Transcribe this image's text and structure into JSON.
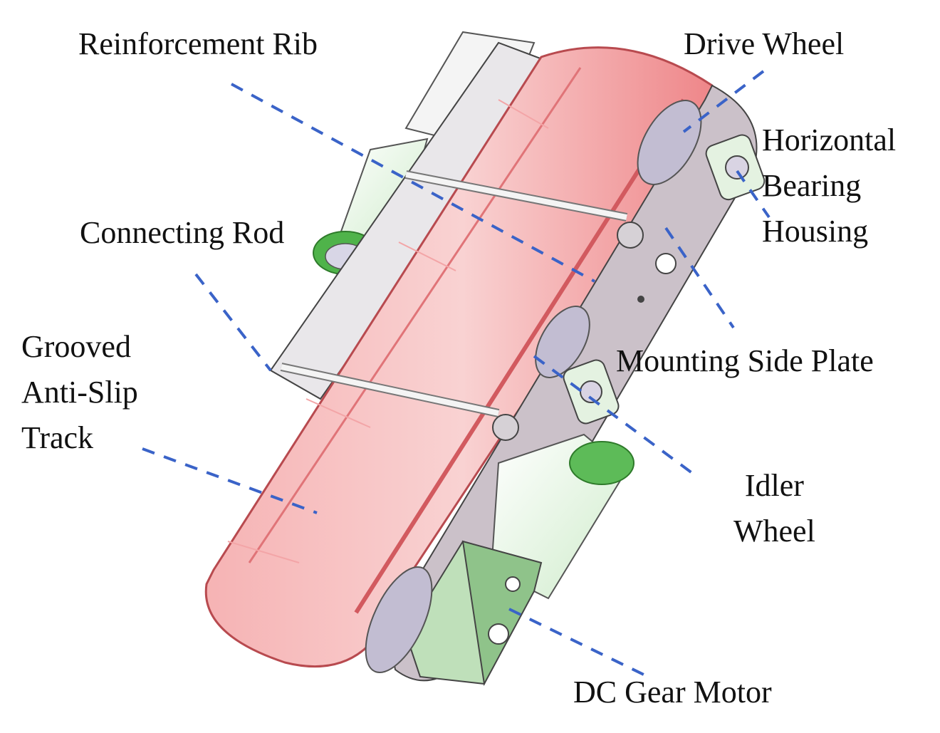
{
  "labels": {
    "reinforcement_rib": "Reinforcement Rib",
    "drive_wheel": "Drive Wheel",
    "horizontal_bearing_housing": [
      "Horizontal",
      "Bearing",
      "Housing"
    ],
    "connecting_rod": "Connecting Rod",
    "mounting_side_plate": "Mounting Side Plate",
    "grooved_anti_slip_track": [
      "Grooved",
      "Anti-Slip",
      "Track"
    ],
    "idler_wheel": [
      "Idler",
      "Wheel"
    ],
    "dc_gear_motor": "DC Gear Motor"
  },
  "colors": {
    "track": "#f08d8f",
    "track_light": "#f8c3c4",
    "plate": "#c9bfc7",
    "motor_green": "#5dbb58",
    "motor_body": "#e8f6e4",
    "leader_line": "#3a63c8"
  }
}
